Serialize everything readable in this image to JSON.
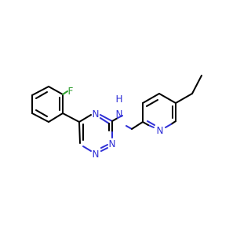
{
  "molecule": {
    "atoms": {
      "fluorine": "F",
      "amine_nitrogen": "N",
      "amine_hydrogen": "H",
      "triazine_n4": "N",
      "triazine_n1": "N",
      "triazine_n2": "N",
      "pyridine_nitrogen": "N"
    }
  },
  "colors": {
    "nitrogen": "#2f2fd6",
    "fluorine": "#2e9e2e",
    "carbon_bond": "#000000",
    "background": "#ffffff"
  }
}
